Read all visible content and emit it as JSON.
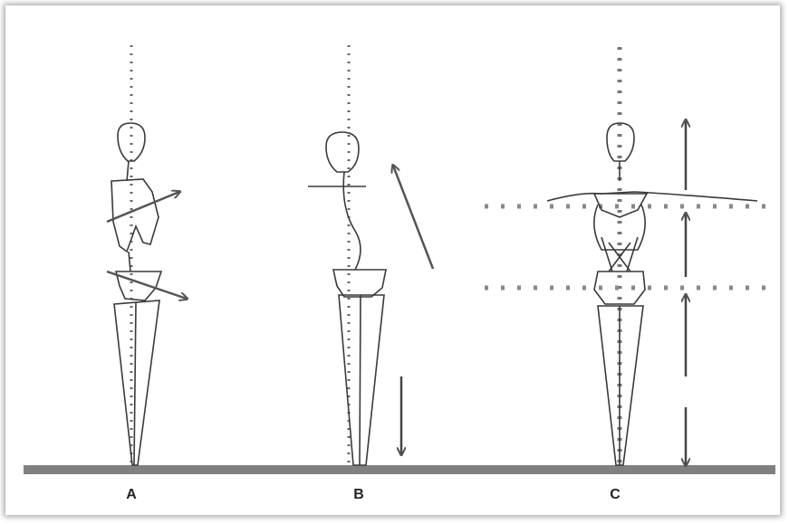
{
  "labels": {
    "a": "A",
    "b": "B",
    "c": "C"
  },
  "colors": {
    "ground": "#808080",
    "stroke": "#3a3a3a",
    "dots": "#888888",
    "arrow": "#555555"
  }
}
